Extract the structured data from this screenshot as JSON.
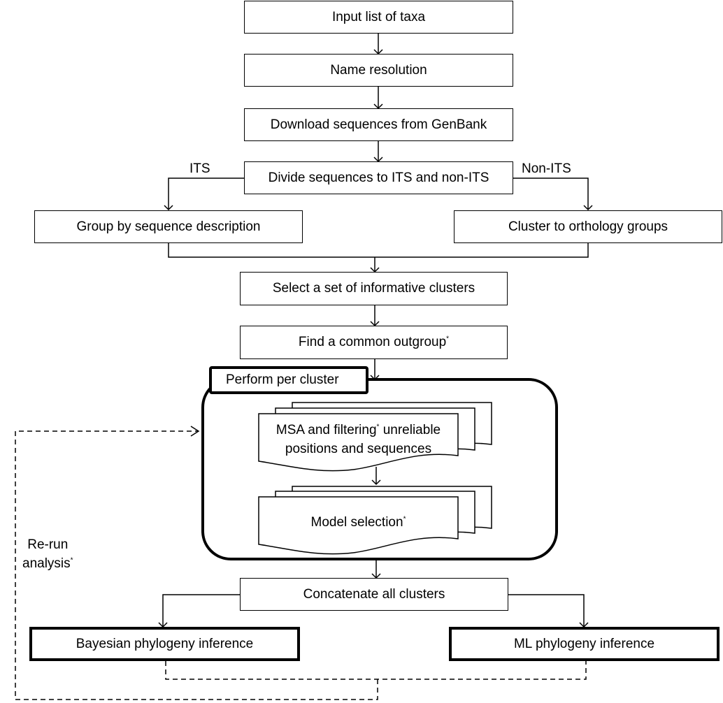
{
  "steps": {
    "input": "Input list of taxa",
    "name_resolution": "Name resolution",
    "download": "Download sequences from GenBank",
    "divide": "Divide sequences to ITS and non-ITS",
    "group_by_desc": "Group by sequence description",
    "cluster_orthology": "Cluster to orthology groups",
    "select_clusters": "Select a set of informative clusters",
    "find_outgroup": "Find a common outgroup",
    "per_cluster_title": "Perform per cluster",
    "msa_line1_a": "MSA and filtering",
    "msa_line1_b": " unreliable",
    "msa_line2": "positions and sequences",
    "model_selection": "Model selection",
    "concatenate": "Concatenate all clusters",
    "bayesian": "Bayesian phylogeny inference",
    "ml": "ML phylogeny inference"
  },
  "branch_labels": {
    "its": "ITS",
    "non_its": "Non-ITS"
  },
  "rerun": {
    "line1": "Re-run",
    "line2": "analysis"
  },
  "footnote_mark": "*"
}
